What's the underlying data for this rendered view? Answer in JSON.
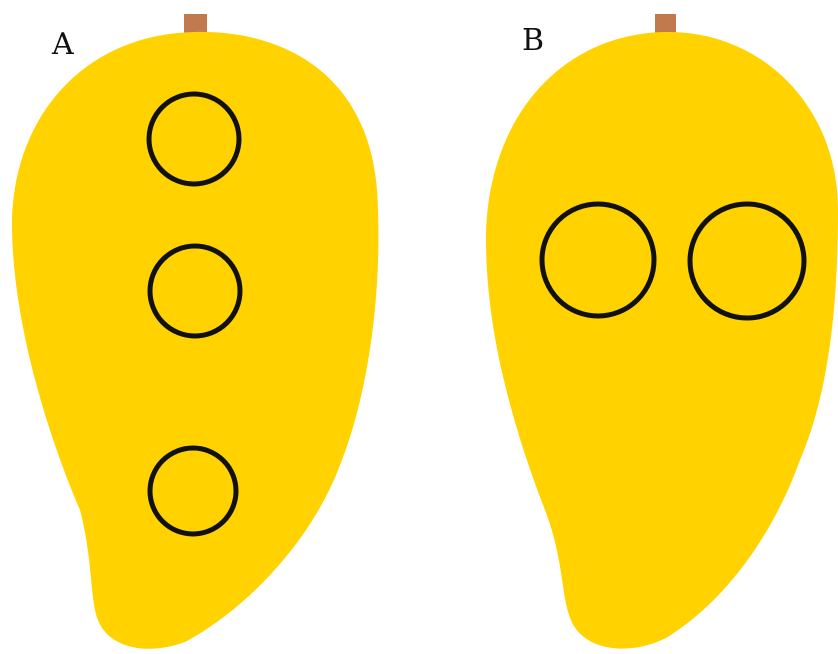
{
  "panels": [
    {
      "label": "A",
      "fruit_color": "#FFD200",
      "stem_color": "#C07A4E",
      "circle_count": 3,
      "arrangement": "vertical"
    },
    {
      "label": "B",
      "fruit_color": "#FFD200",
      "stem_color": "#C07A4E",
      "circle_count": 2,
      "arrangement": "horizontal"
    }
  ],
  "colors": {
    "background": "#FFFFFF",
    "outline": "#111111"
  }
}
